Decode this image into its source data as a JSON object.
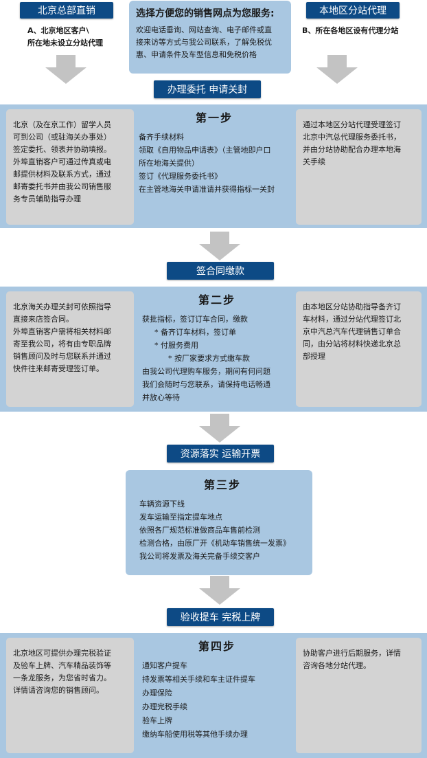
{
  "header": {
    "left_tag": "北京总部直销",
    "left_note": [
      "A、北京地区客户\\",
      "所在地未设立分站代理"
    ],
    "center_title": "选择方便您的销售网点为您服务:",
    "center_body": [
      "欢迎电话垂询、网站查询、电子邮件或直",
      "接来访等方式与我公司联系，了解免税优",
      "惠、申请条件及车型信息和免税价格"
    ],
    "right_tag": "本地区分站代理",
    "right_note": "B、所在各地区设有代理分站"
  },
  "stages": [
    {
      "banner": "办理委托 申请关封",
      "step_title": "第一步",
      "left": [
        "北京（及在京工作）留学人员",
        "可到公司（或驻海关办事处）",
        "签定委托、领表并协助填报。",
        "外埠直销客户可通过传真或电",
        "邮提供材料及联系方式，通过",
        "邮寄委托书并由我公司销售服",
        "务专员辅助指导办理"
      ],
      "center": [
        "备齐手续材料",
        "领取《自用物品申请表》（主管地即户口",
        "所在地海关提供）",
        "签订《代理服务委托书》",
        "在主管地海关申请准请并获得指标一关封"
      ],
      "right": [
        "通过本地区分站代理受理签订",
        "北京中汽总代理服务委托书，",
        "并由分站协助配合办理本地海",
        "关手续"
      ]
    },
    {
      "banner": "签合同缴款",
      "step_title": "第二步",
      "left": [
        "北京海关办理关封可依照指导",
        "直接来店签合同。",
        "外埠直销客户需将相关材料邮",
        "寄至我公司，将有由专职品牌",
        "销售顾问及时与您联系并通过",
        "快件往来邮寄受理签订单。"
      ],
      "center": [
        "获批指标，签订订车合同，缴款",
        "* 备齐订车材料，签订单",
        "* 付服务费用",
        "* 按厂家要求方式缴车款",
        "由我公司代理购车服务，期间有何问题",
        "我们会随时与您联系，请保持电话畅通",
        "并放心等待"
      ],
      "right": [
        "由本地区分站协助指导备齐订",
        "车材料，通过分站代理签订北",
        "京中汽总汽车代理销售订单合",
        "同，由分站将材料快递北京总",
        "部授理"
      ]
    },
    {
      "banner": "资源落实 运输开票",
      "step_title": "第三步",
      "center": [
        "车辆资源下线",
        "发车运输至指定提车地点",
        "依照各厂规范标准做商品车售前检测",
        "检测合格，由原厂开《机动车销售统一发票》",
        "我公司将发票及海关完备手续交客户"
      ]
    },
    {
      "banner": "验收提车 完税上牌",
      "step_title": "第四步",
      "left": [
        "北京地区可提供办理完税验证",
        "及验车上牌、汽车精品装饰等",
        "一条龙服务，为您省时省力。",
        "详情请咨询您的销售顾问。"
      ],
      "center": [
        "通知客户提车",
        "持发票等相关手续和车主证件提车",
        "办理保险",
        "办理完税手续",
        "验车上牌",
        "缴纳车船使用税等其他手续办理"
      ],
      "right": [
        "协助客户进行后期服务，详情",
        "咨询各地分站代理。"
      ]
    }
  ]
}
